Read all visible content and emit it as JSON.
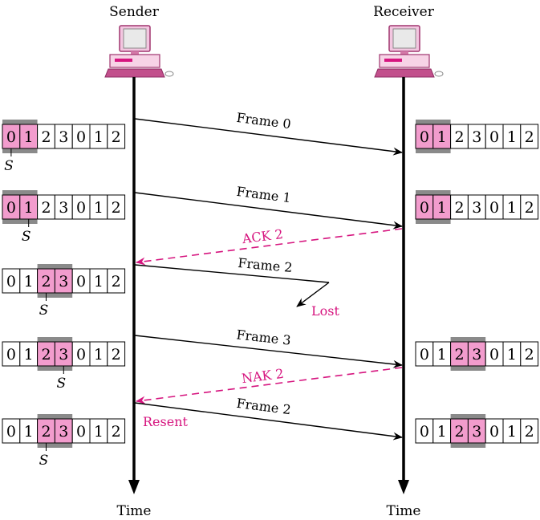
{
  "colors": {
    "accent": "#d6157f",
    "window_fill": "#f29ccd",
    "window_frame": "#8a8a8a",
    "line": "#000000"
  },
  "sender": {
    "label": "Sender",
    "icon": "computer-icon",
    "time_label": "Time"
  },
  "receiver": {
    "label": "Receiver",
    "icon": "computer-icon",
    "time_label": "Time"
  },
  "sequence": [
    "0",
    "1",
    "2",
    "3",
    "0",
    "1",
    "2"
  ],
  "pointer_label": "S",
  "sender_windows": [
    {
      "start": 0,
      "size": 2,
      "s_at": 0
    },
    {
      "start": 0,
      "size": 2,
      "s_at": 1
    },
    {
      "start": 2,
      "size": 2,
      "s_at": 2
    },
    {
      "start": 2,
      "size": 2,
      "s_at": 3
    },
    {
      "start": 2,
      "size": 2,
      "s_at": 2
    }
  ],
  "receiver_windows": [
    {
      "row": 0,
      "start": 0,
      "size": 2
    },
    {
      "row": 1,
      "start": 0,
      "size": 2
    },
    {
      "row": 3,
      "start": 2,
      "size": 2
    },
    {
      "row": 4,
      "start": 2,
      "size": 2
    }
  ],
  "messages": [
    {
      "label": "Frame 0",
      "direction": "sender-to-receiver",
      "style": "solid"
    },
    {
      "label": "Frame 1",
      "direction": "sender-to-receiver",
      "style": "solid"
    },
    {
      "label": "ACK 2",
      "direction": "receiver-to-sender",
      "style": "dashed"
    },
    {
      "label": "Frame 2",
      "direction": "sender-to-receiver",
      "style": "solid",
      "note": "Lost"
    },
    {
      "label": "Frame 3",
      "direction": "sender-to-receiver",
      "style": "solid"
    },
    {
      "label": "NAK 2",
      "direction": "receiver-to-sender",
      "style": "dashed"
    },
    {
      "label": "Frame 2",
      "direction": "sender-to-receiver",
      "style": "solid",
      "note": "Resent"
    }
  ]
}
